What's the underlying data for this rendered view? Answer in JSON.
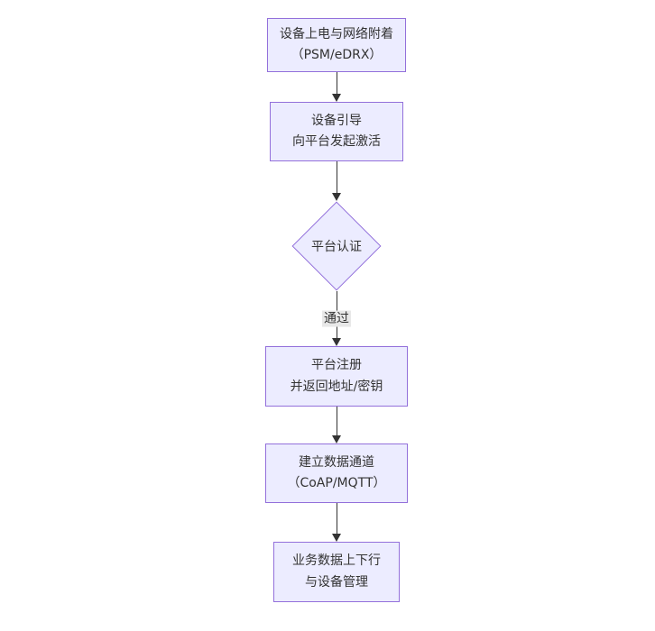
{
  "flowchart": {
    "style": {
      "background": "#ffffff",
      "node_fill": "#ECECFF",
      "node_border": "#9370DB",
      "text_color": "#333333",
      "arrow_color": "#333333",
      "edge_label_bg": "#e8e8e8"
    },
    "nodes": [
      {
        "id": "power-attach",
        "shape": "rect",
        "lines": [
          "设备上电与网络附着",
          "（PSM/eDRX）"
        ]
      },
      {
        "id": "bootstrap",
        "shape": "rect",
        "lines": [
          "设备引导",
          "向平台发起激活"
        ]
      },
      {
        "id": "platform-auth",
        "shape": "diamond",
        "lines": [
          "平台认证"
        ]
      },
      {
        "id": "register",
        "shape": "rect",
        "lines": [
          "平台注册",
          "并返回地址/密钥"
        ]
      },
      {
        "id": "data-channel",
        "shape": "rect",
        "lines": [
          "建立数据通道",
          "（CoAP/MQTT）"
        ]
      },
      {
        "id": "business",
        "shape": "rect",
        "lines": [
          "业务数据上下行",
          "与设备管理"
        ]
      }
    ],
    "edges": [
      {
        "from": "power-attach",
        "to": "bootstrap",
        "label": ""
      },
      {
        "from": "bootstrap",
        "to": "platform-auth",
        "label": ""
      },
      {
        "from": "platform-auth",
        "to": "register",
        "label": "通过"
      },
      {
        "from": "register",
        "to": "data-channel",
        "label": ""
      },
      {
        "from": "data-channel",
        "to": "business",
        "label": ""
      }
    ]
  }
}
